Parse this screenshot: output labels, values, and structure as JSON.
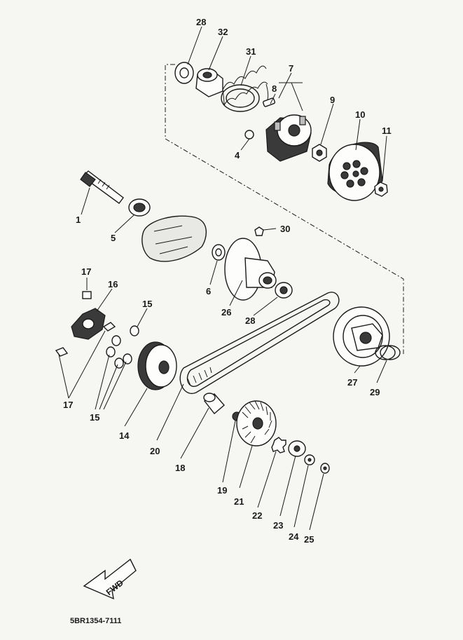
{
  "diagram": {
    "labels": {
      "p1": "1",
      "p4": "4",
      "p5": "5",
      "p6": "6",
      "p7": "7",
      "p8": "8",
      "p9": "9",
      "p10": "10",
      "p11": "11",
      "p14": "14",
      "p15a": "15",
      "p15b": "15",
      "p16": "16",
      "p17a": "17",
      "p17b": "17",
      "p18": "18",
      "p19": "19",
      "p20": "20",
      "p21": "21",
      "p22": "22",
      "p23": "23",
      "p24": "24",
      "p25": "25",
      "p26": "26",
      "p27": "27",
      "p28a": "28",
      "p28b": "28",
      "p29": "29",
      "p30": "30",
      "p31": "31",
      "p32": "32"
    },
    "fwd_label": "FWD",
    "drawing_code": "5BR1354-7111"
  }
}
